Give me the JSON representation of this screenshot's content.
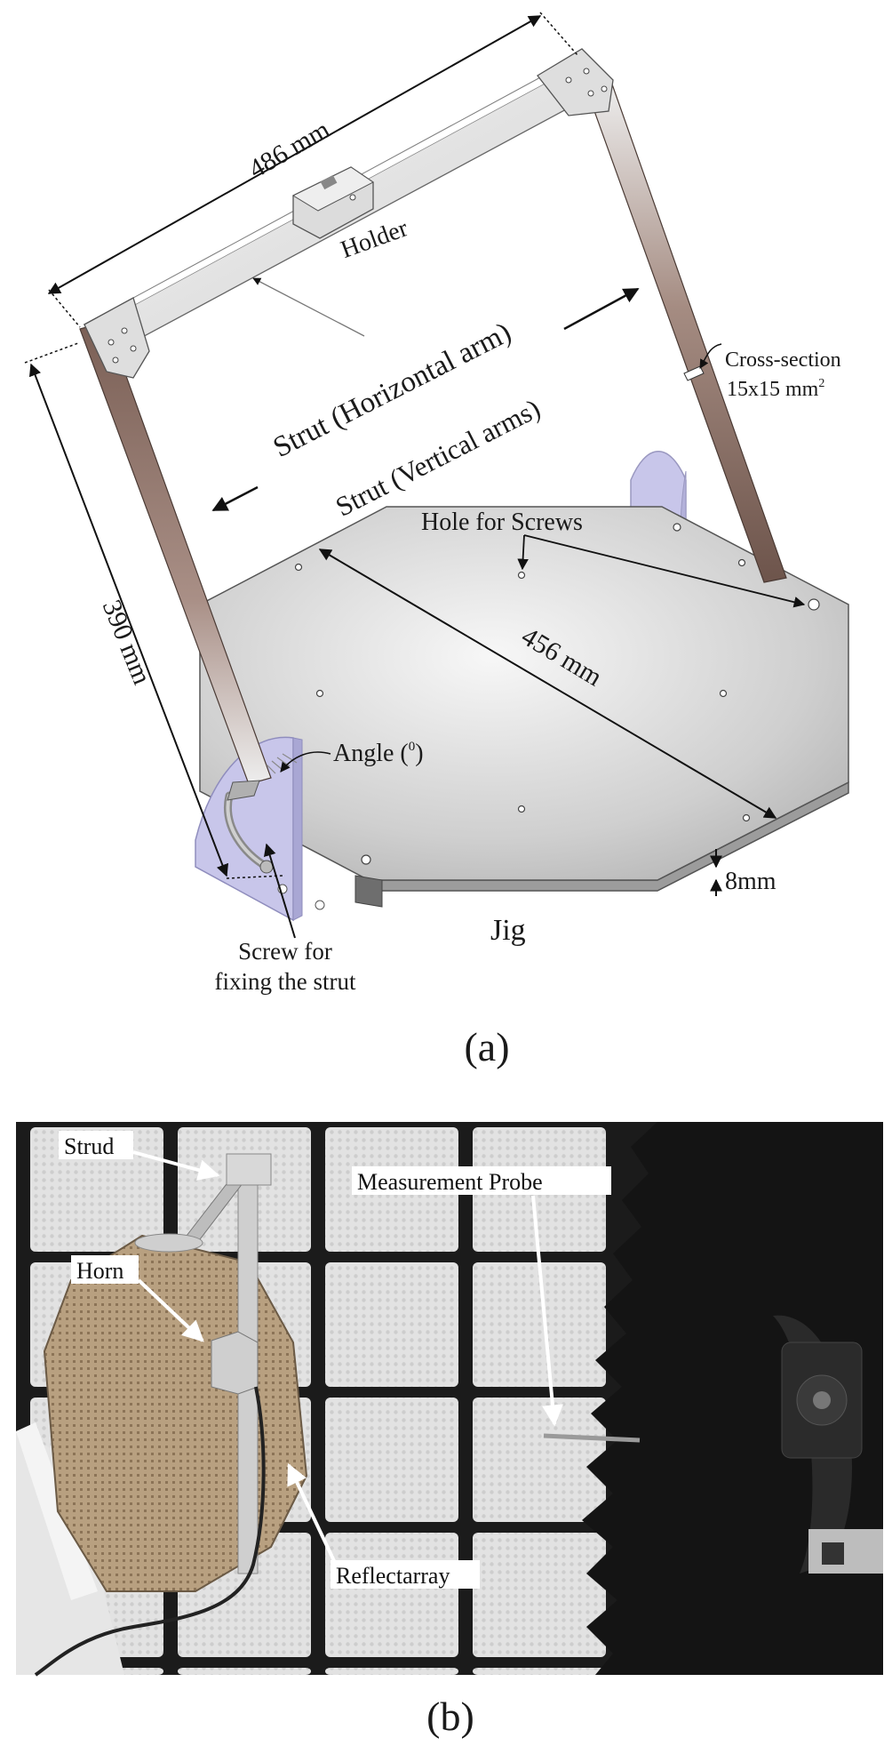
{
  "panel_a": {
    "caption": "(a)",
    "dims": {
      "horizontal": "486 mm",
      "vertical": "390 mm",
      "jig": "456 mm",
      "thickness": "8mm"
    },
    "labels": {
      "holder": "Holder",
      "strut_horizontal": "Strut (Horizontal arm)",
      "strut_vertical": "Strut (Vertical arms)",
      "cross_section_1": "Cross-section",
      "cross_section_2": "15x15 mm",
      "cross_section_sup": "2",
      "hole_for_screws": "Hole for Screws",
      "angle": "Angle (",
      "angle_sup": "0",
      "angle_close": ")",
      "jig": "Jig",
      "screw_1": "Screw for",
      "screw_2": "fixing the strut"
    },
    "colors": {
      "plate": "#c9c9c9",
      "plate_light": "#eeeeee",
      "strut_arm": "#8a6e63",
      "strut_horizontal": "#e3e3e3",
      "side_plate": "#c8c6ea"
    }
  },
  "panel_b": {
    "caption": "(b)",
    "labels": {
      "strud": "Strud",
      "horn": "Horn",
      "measurement_probe": "Measurement Probe",
      "reflectarray": "Reflectarray"
    },
    "colors": {
      "absorber_bg": "#1b1b1b",
      "absorber_tile": "#e4e4e4",
      "reflectarray": "#b29a7c",
      "frame": "#c8c8c8"
    }
  }
}
